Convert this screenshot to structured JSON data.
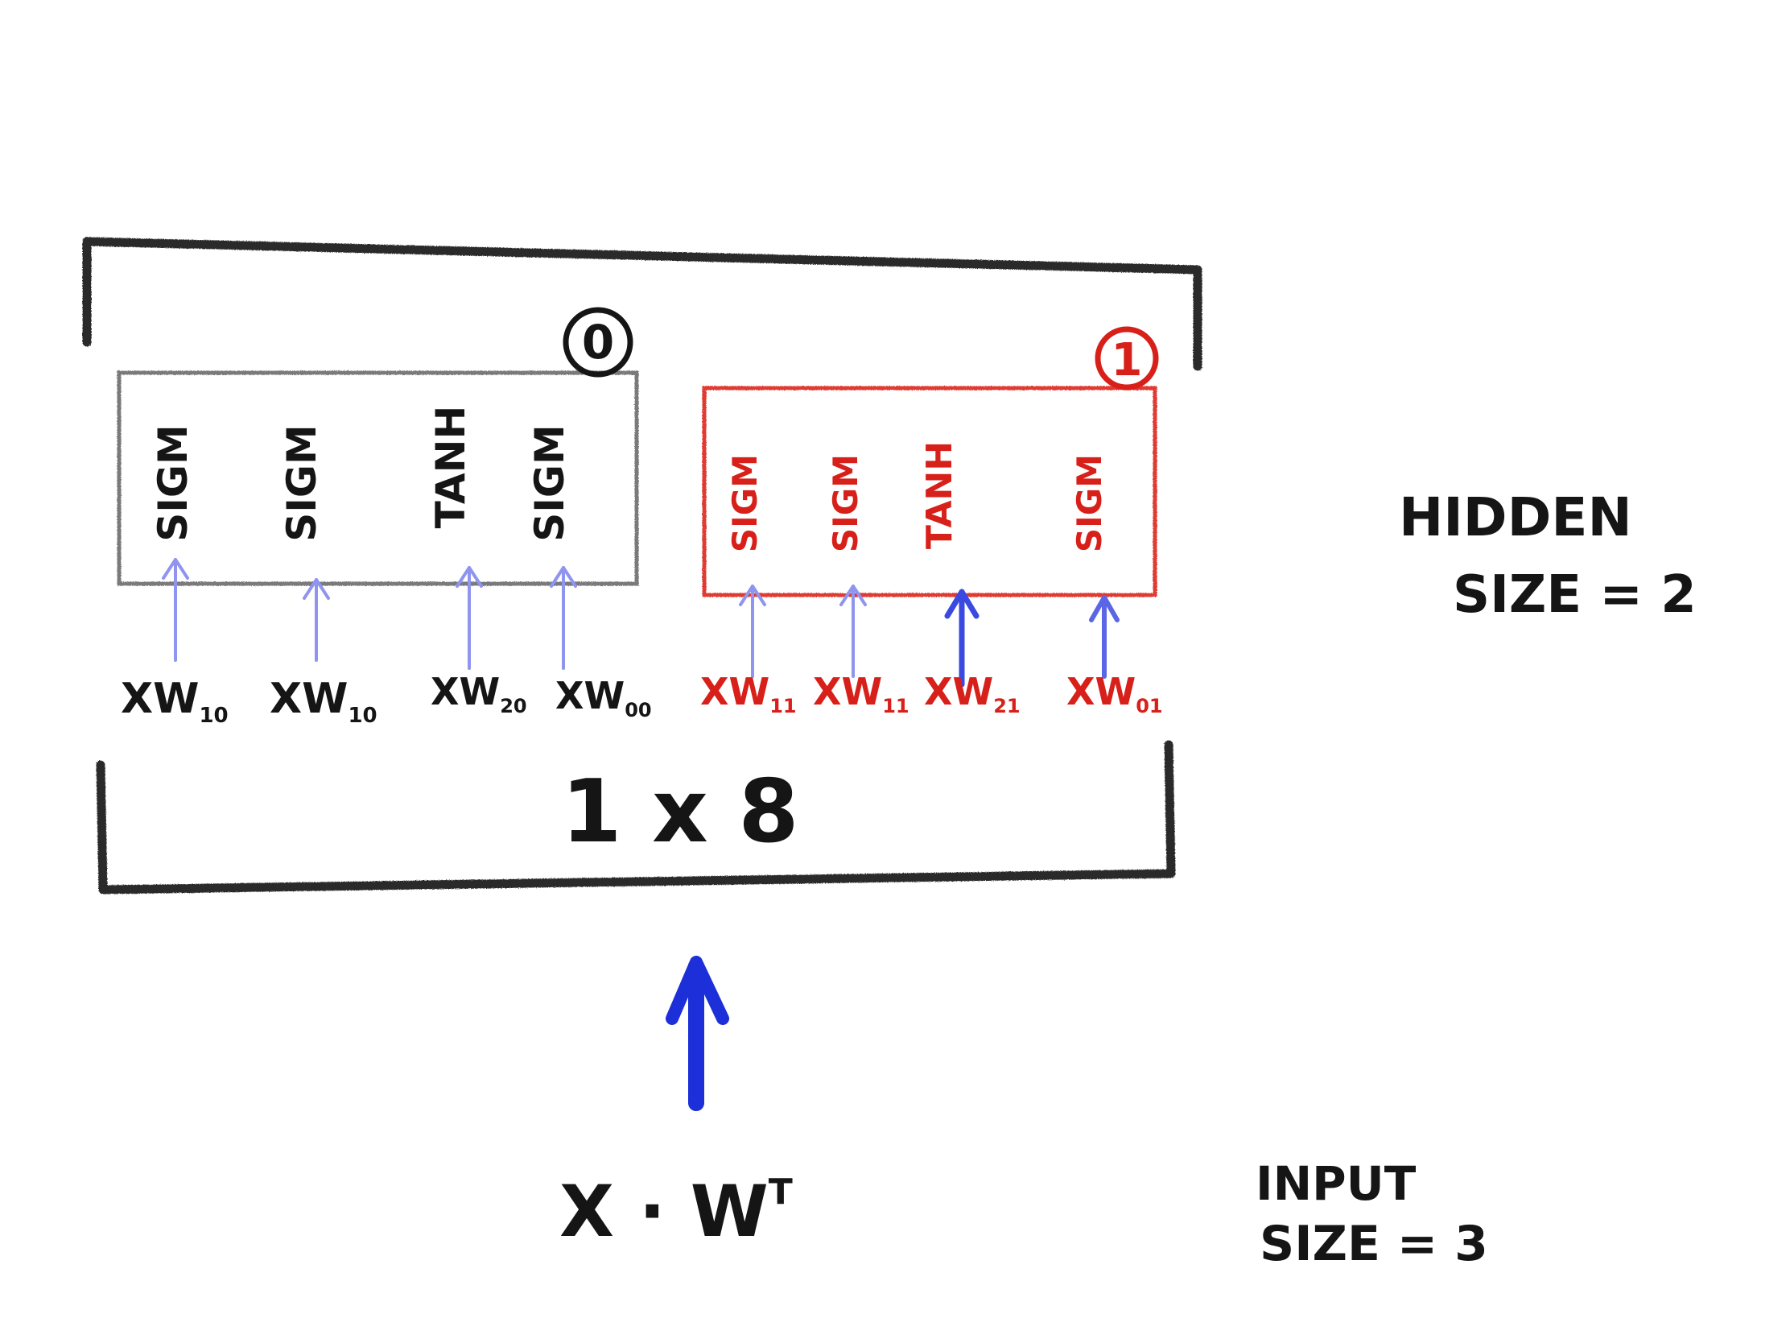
{
  "diagram": {
    "colors": {
      "ink": "#151515",
      "outer_frame": "#2a2a2a",
      "group0_box": "#7a7a7a",
      "group1": "#d8201a",
      "group1_box": "#e03a30",
      "arrow_light": "#8f95ee",
      "arrow_strong": "#1c2fd8"
    },
    "groups": [
      {
        "label": "0",
        "color_key": "ink",
        "gates": [
          {
            "activation": "SIGM",
            "input": "XW",
            "subscript": "10"
          },
          {
            "activation": "SIGM",
            "input": "XW",
            "subscript": "10"
          },
          {
            "activation": "TANH",
            "input": "XW",
            "subscript": "20"
          },
          {
            "activation": "SIGM",
            "input": "XW",
            "subscript": "00"
          }
        ]
      },
      {
        "label": "1",
        "color_key": "group1",
        "gates": [
          {
            "activation": "SIGM",
            "input": "XW",
            "subscript": "11"
          },
          {
            "activation": "SIGM",
            "input": "XW",
            "subscript": "11"
          },
          {
            "activation": "TANH",
            "input": "XW",
            "subscript": "21"
          },
          {
            "activation": "SIGM",
            "input": "XW",
            "subscript": "01"
          }
        ]
      }
    ],
    "shape_label": "1 x 8",
    "input_expr": {
      "base": "X · W",
      "sup": "T"
    },
    "notes": {
      "hidden_line1": "HIDDEN",
      "hidden_line2": "SIZE = 2",
      "input_line1": "INPUT",
      "input_line2": "SIZE = 3"
    }
  }
}
